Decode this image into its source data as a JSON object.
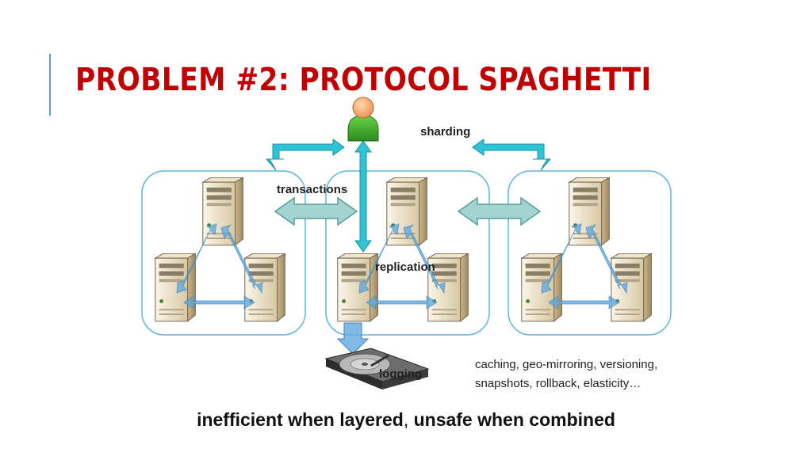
{
  "slide": {
    "title": "PROBLEM #2: PROTOCOL SPAGHETTI",
    "labels": {
      "sharding": "sharding",
      "transactions": "transactions",
      "replication": "replication",
      "logging": "logging"
    },
    "note": "caching, geo-mirroring, versioning, snapshots, rollback, elasticity…",
    "caption": {
      "part1": "inefficient when layered",
      "separator": ", ",
      "part2": "unsafe when combined"
    }
  },
  "colors": {
    "title": "#c00000",
    "accent": "#5b9bd5",
    "cluster_border": "#5fb6d6",
    "control_arrow": "#2ec4d6",
    "transaction_arrow": "#8fc7c4",
    "replication_arrow": "#5ea6dc",
    "server_body": "#e9dcc0"
  },
  "icons": [
    "user-icon",
    "server-icon",
    "hard-disk-icon"
  ]
}
